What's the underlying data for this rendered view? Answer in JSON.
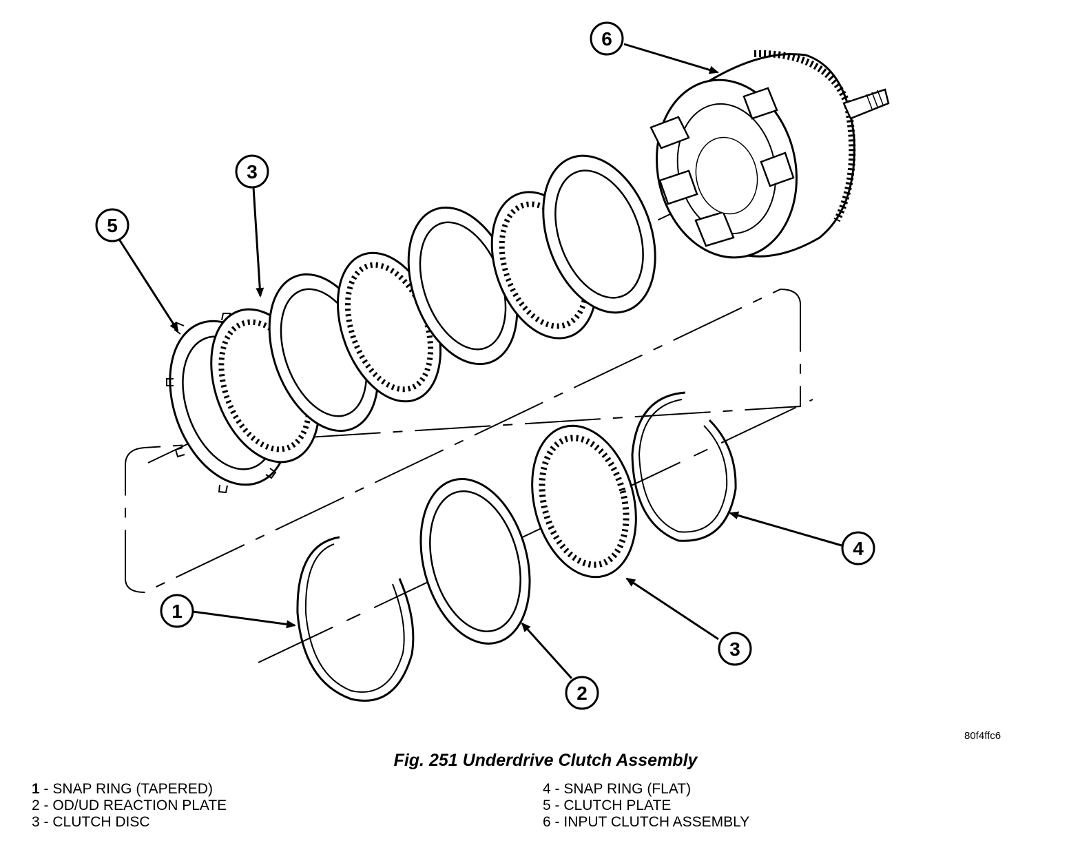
{
  "figure": {
    "id_code": "80f4ffc6",
    "caption": "Fig. 251 Underdrive Clutch Assembly"
  },
  "callouts": [
    {
      "num": "6"
    },
    {
      "num": "3"
    },
    {
      "num": "5"
    },
    {
      "num": "4"
    },
    {
      "num": "3"
    },
    {
      "num": "1"
    },
    {
      "num": "2"
    }
  ],
  "legend": {
    "left": [
      {
        "num": "1",
        "sep": " - ",
        "text": "SNAP RING (TAPERED)",
        "bold_num": true
      },
      {
        "num": "2",
        "sep": " - ",
        "text": "OD/UD REACTION PLATE",
        "bold_num": false
      },
      {
        "num": "3",
        "sep": " - ",
        "text": "CLUTCH DISC",
        "bold_num": false
      }
    ],
    "right": [
      {
        "num": "4",
        "sep": " - ",
        "text": "SNAP RING (FLAT)",
        "bold_num": false
      },
      {
        "num": "5",
        "sep": " - ",
        "text": "CLUTCH PLATE",
        "bold_num": false
      },
      {
        "num": "6",
        "sep": " - ",
        "text": "INPUT CLUTCH ASSEMBLY",
        "bold_num": false
      }
    ]
  },
  "colors": {
    "ink": "#000000",
    "paper": "#ffffff"
  }
}
